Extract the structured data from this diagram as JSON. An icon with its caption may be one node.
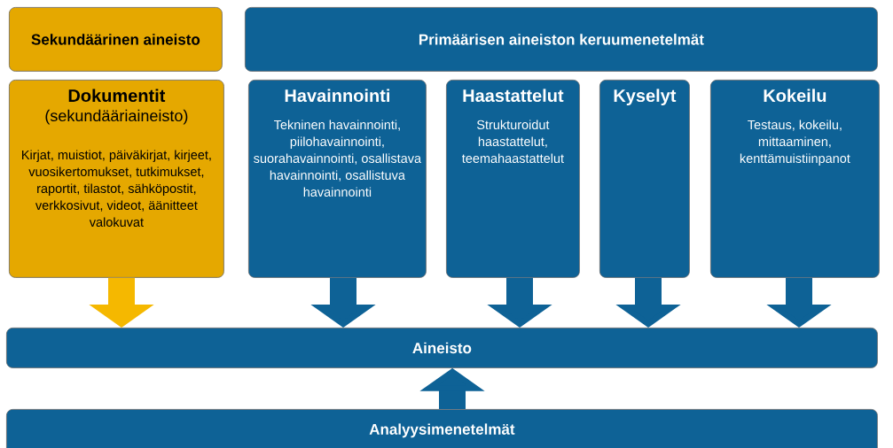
{
  "diagram": {
    "nodes": [
      {
        "text": [
          "Sekundäärinen aineisto"
        ]
      },
      {
        "text": [
          "Primäärisen aineiston keruumenetelmät"
        ]
      },
      {
        "text": [
          "Dokumentit",
          "(sekundääriaineisto)",
          "Kirjat, muistiot, päiväkirjat, kirjeet, vuosikertomukset, tutkimukset, raportit, tilastot, sähköpostit, verkkosivut, videot, äänitteet valokuvat"
        ]
      },
      {
        "text": [
          "Havainnointi",
          "Tekninen havainnointi, piilohavainnointi, suorahavainnointi, osallistava havainnointi, osallistuva havainnointi"
        ]
      },
      {
        "text": [
          "Haastattelut",
          "Strukturoidut haastattelut, teemahaastattelut"
        ]
      },
      {
        "text": [
          "Kyselyt"
        ]
      },
      {
        "text": [
          "Kokeilu",
          "Testaus, kokeilu, mittaaminen, kenttämuistiinpanot"
        ]
      },
      {
        "text": [
          "Aineisto"
        ]
      },
      {
        "text": [
          "Analyysimenetelmät"
        ]
      }
    ],
    "edges": [
      {
        "from": 2,
        "to": 7,
        "arrow": "to",
        "color": "#f5b800"
      },
      {
        "from": 3,
        "to": 7,
        "arrow": "to"
      },
      {
        "from": 4,
        "to": 7,
        "arrow": "to"
      },
      {
        "from": 5,
        "to": 7,
        "arrow": "to"
      },
      {
        "from": 6,
        "to": 7,
        "arrow": "to"
      },
      {
        "from": 8,
        "to": 7,
        "arrow": "to"
      }
    ]
  }
}
